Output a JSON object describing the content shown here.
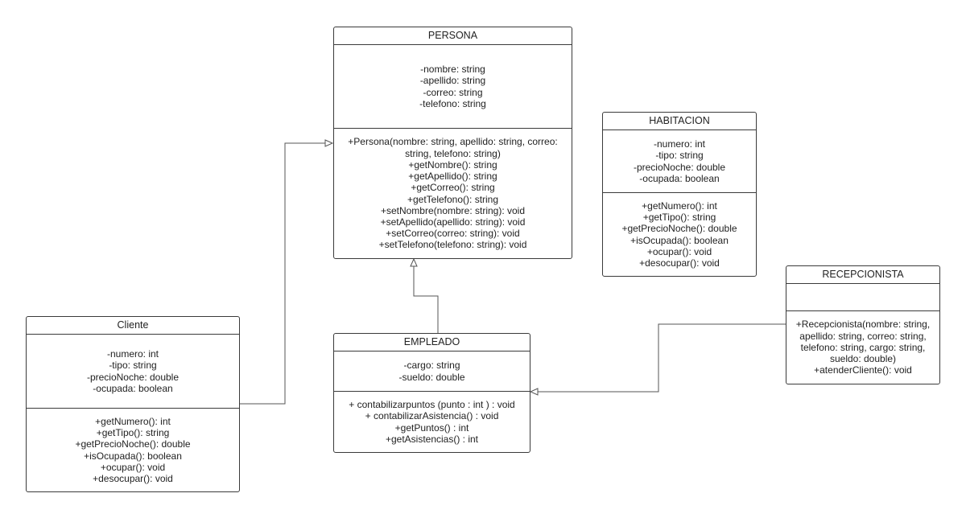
{
  "classes": {
    "persona": {
      "name": "PERSONA",
      "attributes": [
        "-nombre: string",
        "-apellido: string",
        "-correo: string",
        "-telefono: string"
      ],
      "methods": [
        "+Persona(nombre: string, apellido: string, correo:",
        "string, telefono: string)",
        "+getNombre(): string",
        "+getApellido(): string",
        "+getCorreo(): string",
        "+getTelefono(): string",
        "+setNombre(nombre: string): void",
        "+setApellido(apellido: string): void",
        "+setCorreo(correo: string): void",
        "+setTelefono(telefono: string): void"
      ]
    },
    "habitacion": {
      "name": "HABITACION",
      "attributes": [
        "-numero: int",
        "-tipo: string",
        "-precioNoche: double",
        "-ocupada: boolean"
      ],
      "methods": [
        "+getNumero(): int",
        "+getTipo(): string",
        "+getPrecioNoche(): double",
        "+isOcupada(): boolean",
        "+ocupar(): void",
        "+desocupar(): void"
      ]
    },
    "recepcionista": {
      "name": "RECEPCIONISTA",
      "attributes": [],
      "methods": [
        "+Recepcionista(nombre: string,",
        "apellido: string, correo: string,",
        "telefono: string, cargo: string,",
        "sueldo: double)",
        "+atenderCliente(): void"
      ]
    },
    "cliente": {
      "name": "Cliente",
      "attributes": [
        "-numero: int",
        "-tipo: string",
        "-precioNoche: double",
        "-ocupada: boolean"
      ],
      "methods": [
        "+getNumero(): int",
        "+getTipo(): string",
        "+getPrecioNoche(): double",
        "+isOcupada(): boolean",
        "+ocupar(): void",
        "+desocupar(): void"
      ]
    },
    "empleado": {
      "name": "EMPLEADO",
      "attributes": [
        "-cargo: string",
        "-sueldo: double"
      ],
      "methods": [
        "+ contabilizarpuntos (punto : int ) : void",
        "+ contabilizarAsistencia() : void",
        "+getPuntos() : int",
        "+getAsistencias() : int"
      ]
    }
  },
  "relations": [
    {
      "from": "Cliente",
      "to": "PERSONA",
      "type": "generalization"
    },
    {
      "from": "EMPLEADO",
      "to": "PERSONA",
      "type": "generalization"
    },
    {
      "from": "RECEPCIONISTA",
      "to": "EMPLEADO",
      "type": "generalization"
    }
  ],
  "colors": {
    "stroke": "#3a3a3a",
    "background": "#ffffff"
  }
}
